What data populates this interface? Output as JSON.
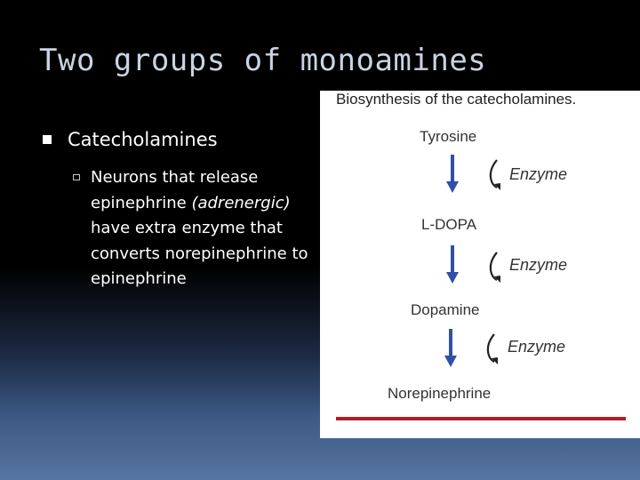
{
  "slide": {
    "title": "Two groups of monoamines",
    "bullet1": "Catecholamines",
    "bullet2_part1": "Neurons that release epinephrine ",
    "bullet2_italic": "(adrenergic)",
    "bullet2_part2": " have extra enzyme that converts norepinephrine to epinephrine"
  },
  "figure": {
    "title": "Biosynthesis of the catecholamines.",
    "compounds": [
      "Tyrosine",
      "L-DOPA",
      "Dopamine",
      "Norepinephrine"
    ],
    "enzyme_label": "Enzyme"
  },
  "colors": {
    "title_text": "#c8d4e2",
    "arrow": "#2f4fa8",
    "rule": "#b01e26"
  }
}
